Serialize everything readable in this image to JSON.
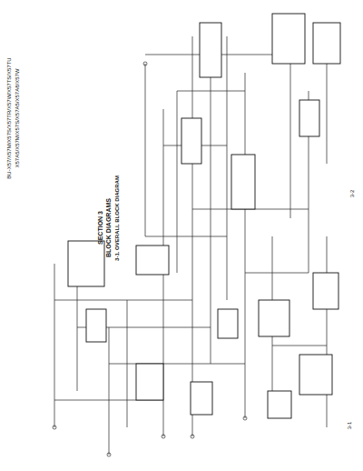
{
  "diagram": {
    "title": "SECTION 3",
    "labels": [
      "BLOCK DIAGRAMS",
      "3-1. OVERALL BLOCK DIAGRAM",
      "BU-X57/X57M/X57S/X57TR/X57W/X57TS/X57TU",
      "X57A5/X57M/X57S/X57A5/X57A8/X57W",
      "3-2",
      "3-1"
    ]
  }
}
